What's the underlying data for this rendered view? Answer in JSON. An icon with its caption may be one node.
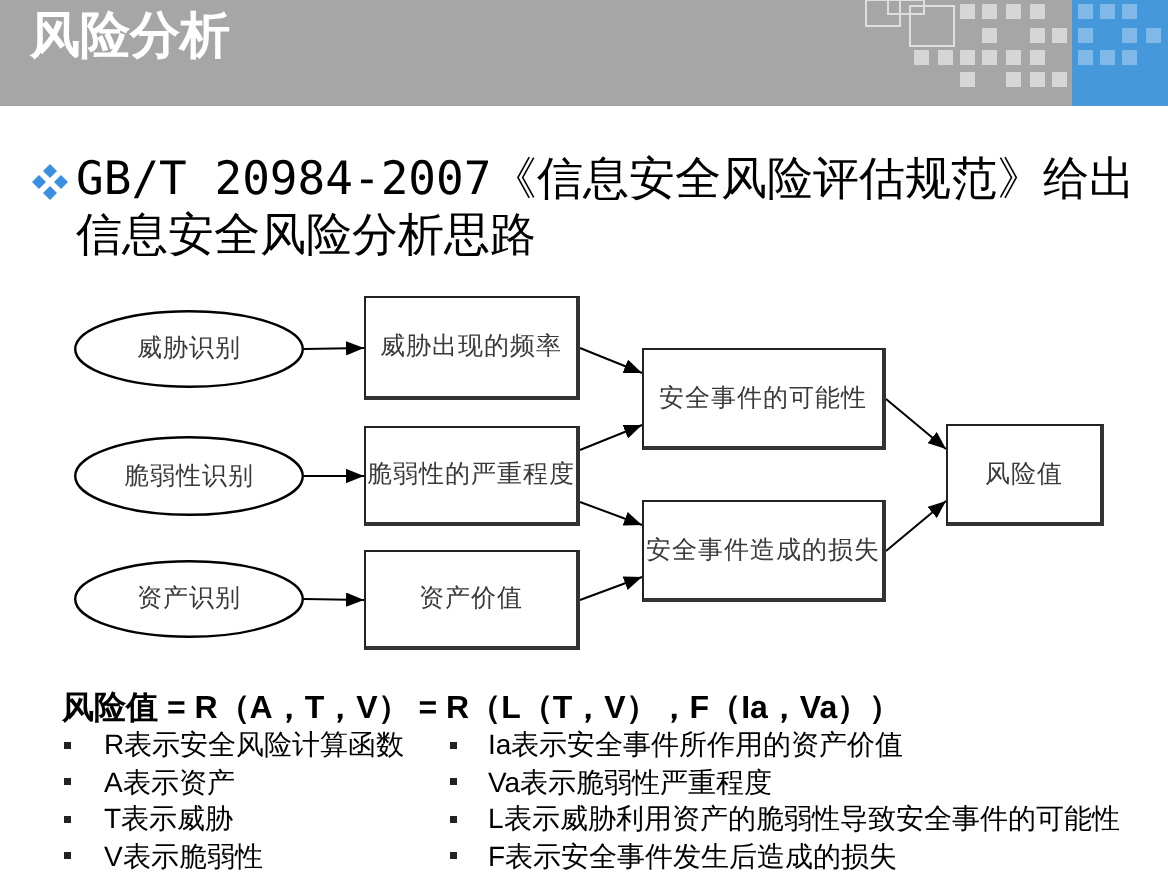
{
  "diagram": {
    "title": "风险分析",
    "nodes": [
      {
        "text": [
          "威胁识别"
        ]
      },
      {
        "text": [
          "脆弱性识别"
        ]
      },
      {
        "text": [
          "资产识别"
        ]
      },
      {
        "text": [
          "威胁出现的频率"
        ]
      },
      {
        "text": [
          "脆弱性的严重程度"
        ]
      },
      {
        "text": [
          "资产价值"
        ]
      },
      {
        "text": [
          "安全事件的可能性"
        ]
      },
      {
        "text": [
          "安全事件造成的损失"
        ]
      },
      {
        "text": [
          "风险值"
        ]
      }
    ],
    "edges": [
      {
        "from": 0,
        "to": 3,
        "arrow": "to"
      },
      {
        "from": 1,
        "to": 4,
        "arrow": "to"
      },
      {
        "from": 2,
        "to": 5,
        "arrow": "to"
      },
      {
        "from": 3,
        "to": 6,
        "arrow": "to"
      },
      {
        "from": 4,
        "to": 6,
        "arrow": "to"
      },
      {
        "from": 4,
        "to": 7,
        "arrow": "to"
      },
      {
        "from": 5,
        "to": 7,
        "arrow": "to"
      },
      {
        "from": 6,
        "to": 8,
        "arrow": "to"
      },
      {
        "from": 7,
        "to": 8,
        "arrow": "to"
      }
    ],
    "labels": [
      "GB/T 20984-2007《信息安全风险评估规范》给出信息安全风险分析思路",
      "风险值 = R（A，T，V） = R（L（T，V），F（Ia，Va））",
      "R表示安全风险计算函数",
      "A表示资产",
      "T表示威胁",
      "V表示脆弱性",
      "Ia表示安全事件所作用的资产价值",
      "Va表示脆弱性严重程度",
      "L表示威胁利用资产的脆弱性导致安全事件的可能性",
      "F表示安全事件发生后造成的损失"
    ]
  }
}
